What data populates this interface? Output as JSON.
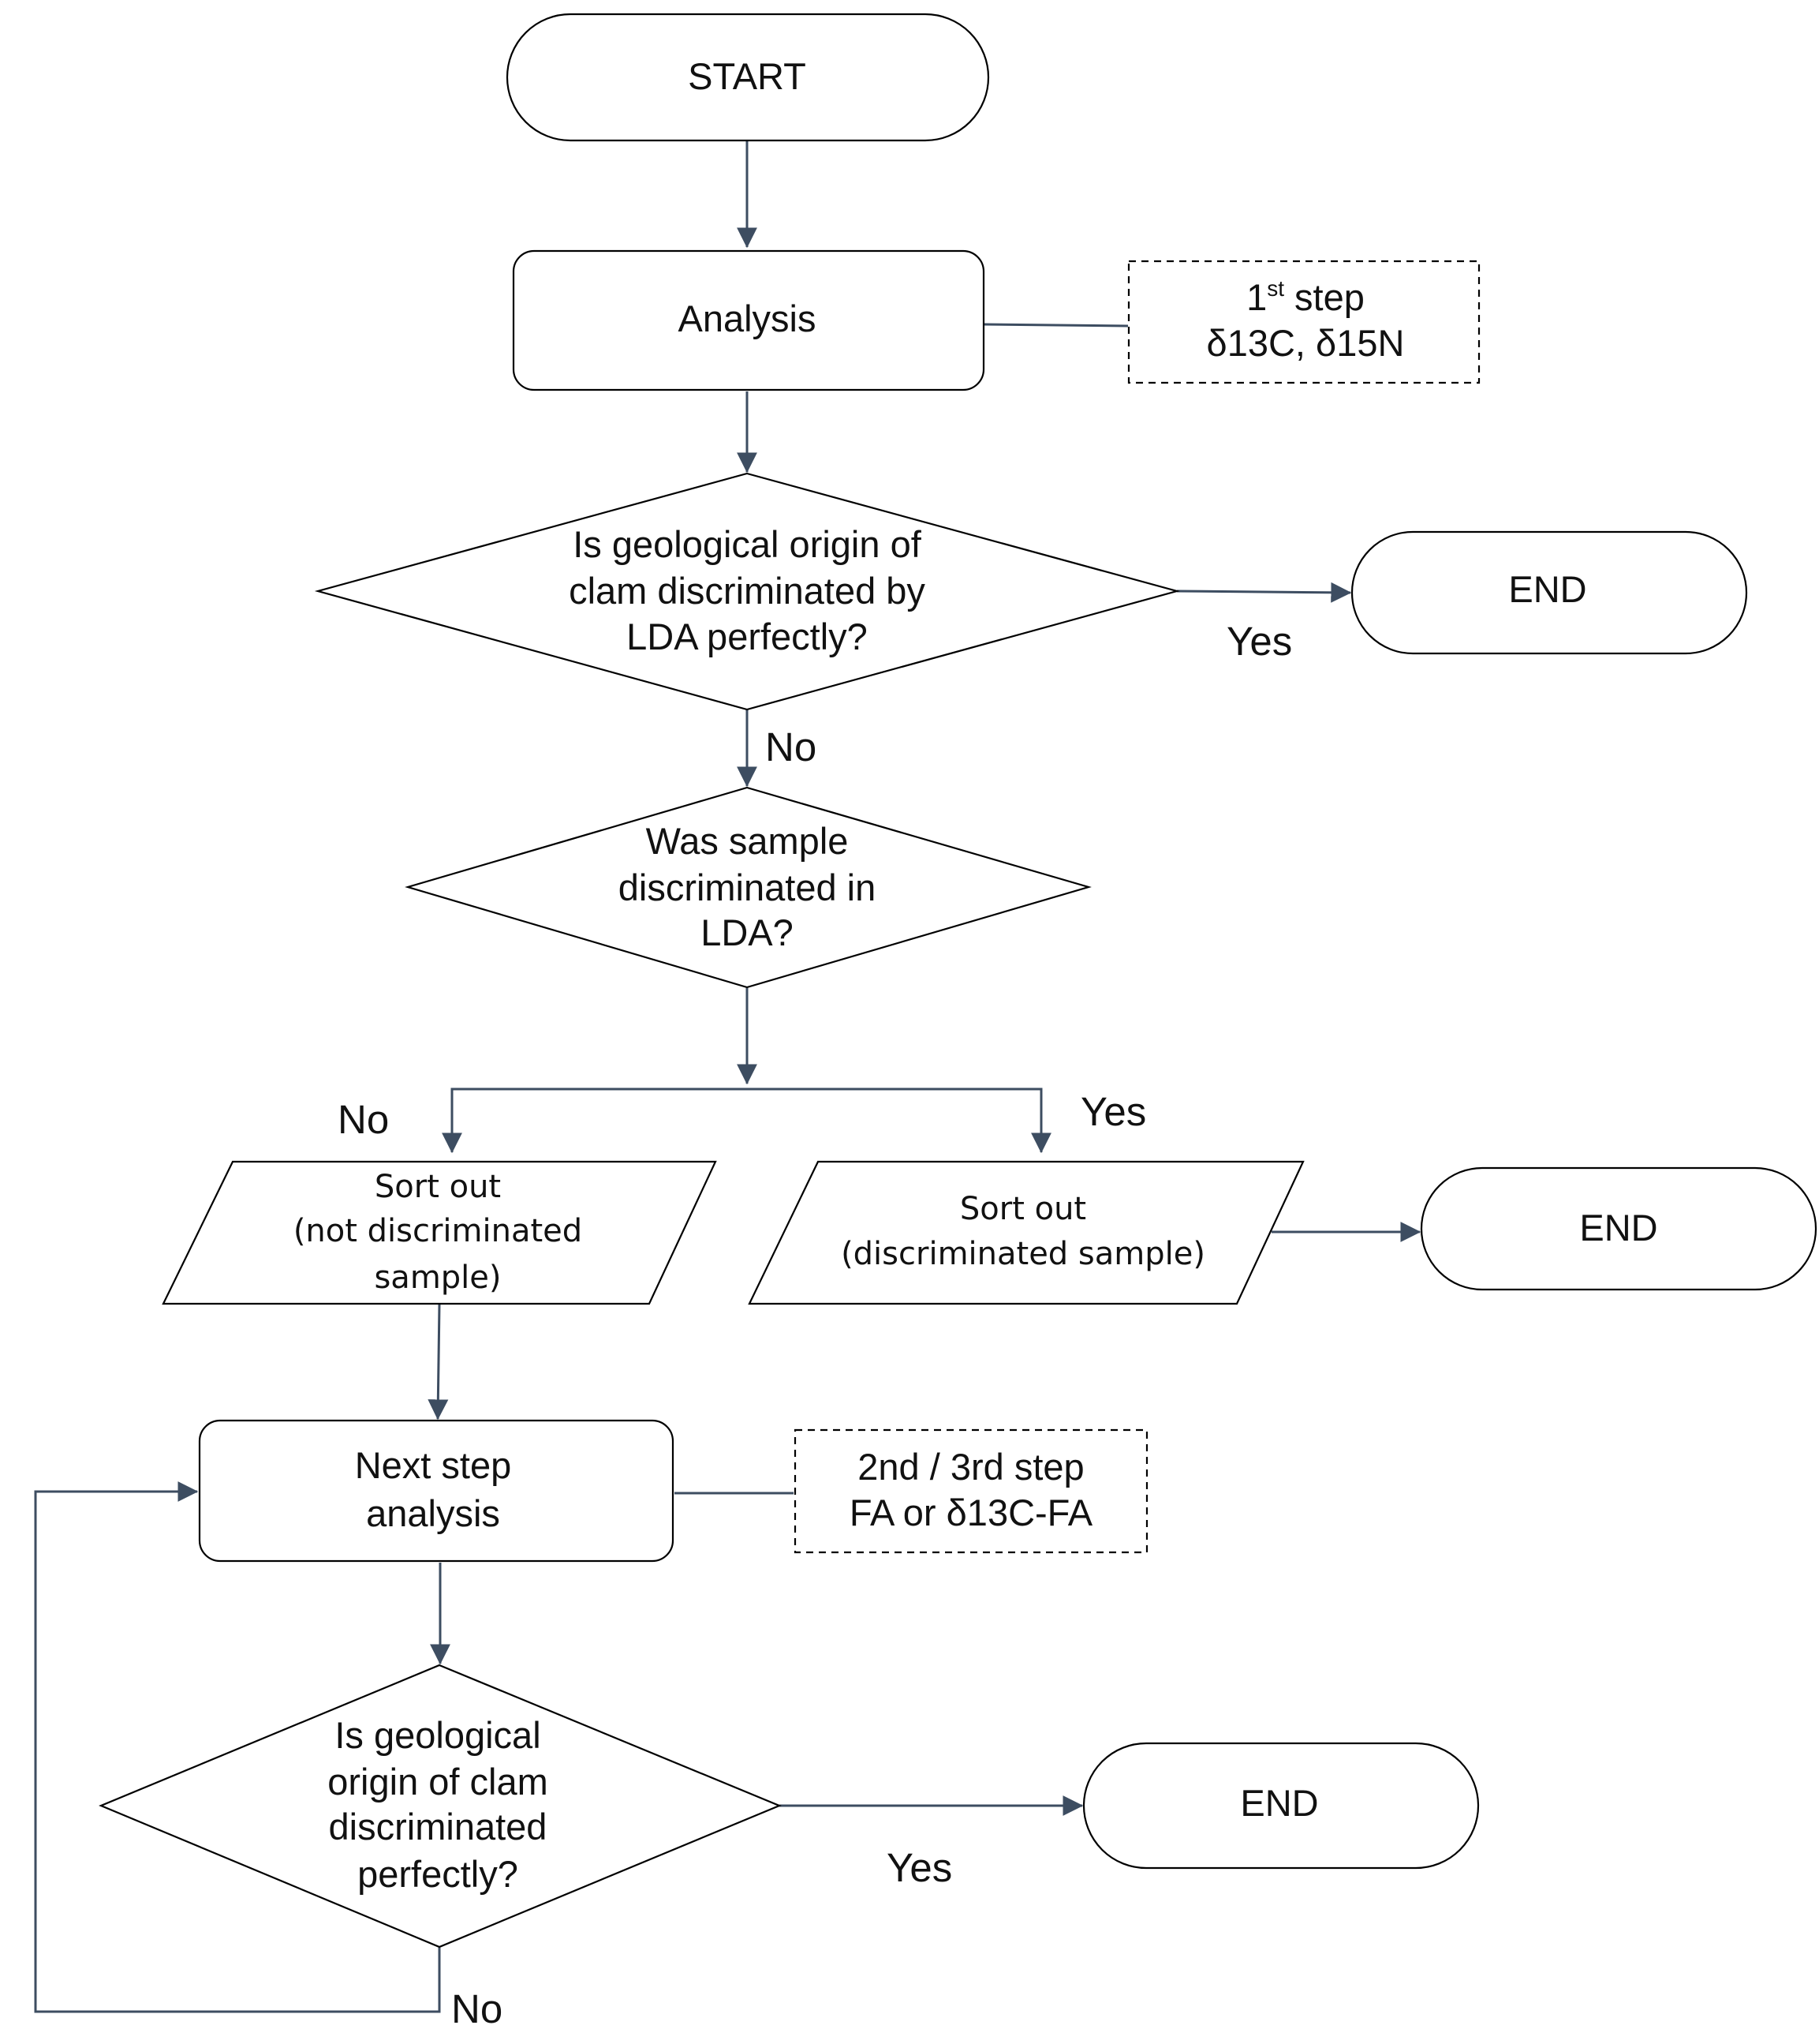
{
  "nodes": {
    "start": {
      "text": "START"
    },
    "analysis": {
      "text": "Analysis"
    },
    "note1": {
      "line1_sup": "st",
      "line1_num": "1",
      "line1_rest": " step",
      "line2": "δ13C, δ15N"
    },
    "decision1": {
      "lines": [
        "Is geological  origin of",
        "clam discriminated by",
        "LDA perfectly?"
      ]
    },
    "end1": {
      "text": "END"
    },
    "decision2": {
      "lines": [
        "Was sample",
        "discriminated in",
        "LDA?"
      ]
    },
    "sort_not": {
      "lines": [
        "Sort out",
        "(not discriminated",
        "sample)"
      ]
    },
    "sort_disc": {
      "lines": [
        "Sort out",
        "(discriminated sample)"
      ]
    },
    "end2": {
      "text": "END"
    },
    "next_step": {
      "lines": [
        "Next step",
        "analysis"
      ]
    },
    "note2": {
      "line1": "2nd / 3rd step",
      "line2": "FA or δ13C-FA"
    },
    "decision3": {
      "lines": [
        "Is geological",
        "origin of clam",
        "discriminated",
        "perfectly?"
      ]
    },
    "end3": {
      "text": "END"
    }
  },
  "edge_labels": {
    "d1_yes": "Yes",
    "d1_no": "No",
    "d2_no": "No",
    "d2_yes": "Yes",
    "d3_yes": "Yes",
    "d3_no": "No"
  },
  "colors": {
    "connector": "#3d4d61",
    "outline": "#000000"
  }
}
